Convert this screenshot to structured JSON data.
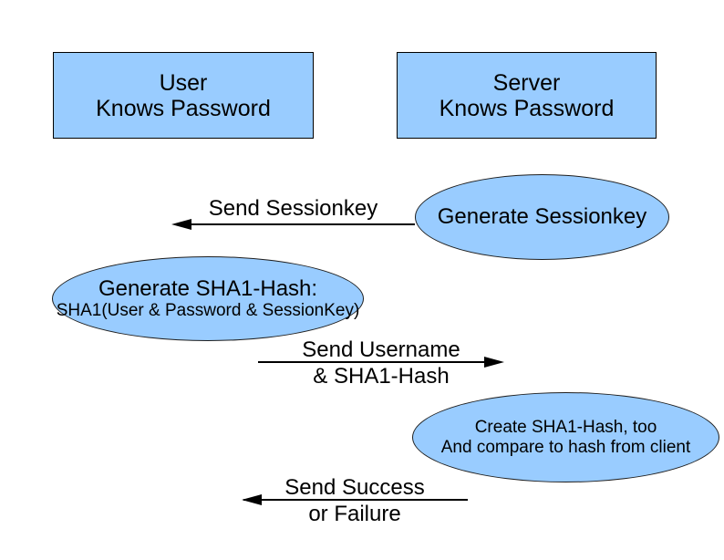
{
  "colors": {
    "background": "#ffffff",
    "shape_fill": "#99ccff",
    "shape_border": "#1f1f1f",
    "line": "#000000",
    "text": "#000000"
  },
  "actors": {
    "user": {
      "title": "User",
      "subtitle": "Knows Password"
    },
    "server": {
      "title": "Server",
      "subtitle": "Knows Password"
    }
  },
  "steps": {
    "generate_sessionkey": {
      "text": "Generate Sessionkey"
    },
    "generate_sha1_hash": {
      "title": "Generate SHA1-Hash:",
      "formula": "SHA1(User & Password & SessionKey)"
    },
    "create_sha1_hash": {
      "line1": "Create SHA1-Hash, too",
      "line2": "And compare to hash from client"
    }
  },
  "messages": {
    "send_sessionkey": {
      "label": "Send Sessionkey",
      "direction": "left"
    },
    "send_username": {
      "line1": "Send Username",
      "line2": "& SHA1-Hash",
      "direction": "right"
    },
    "send_result": {
      "line1": "Send Success",
      "line2": "or Failure",
      "direction": "left"
    }
  }
}
